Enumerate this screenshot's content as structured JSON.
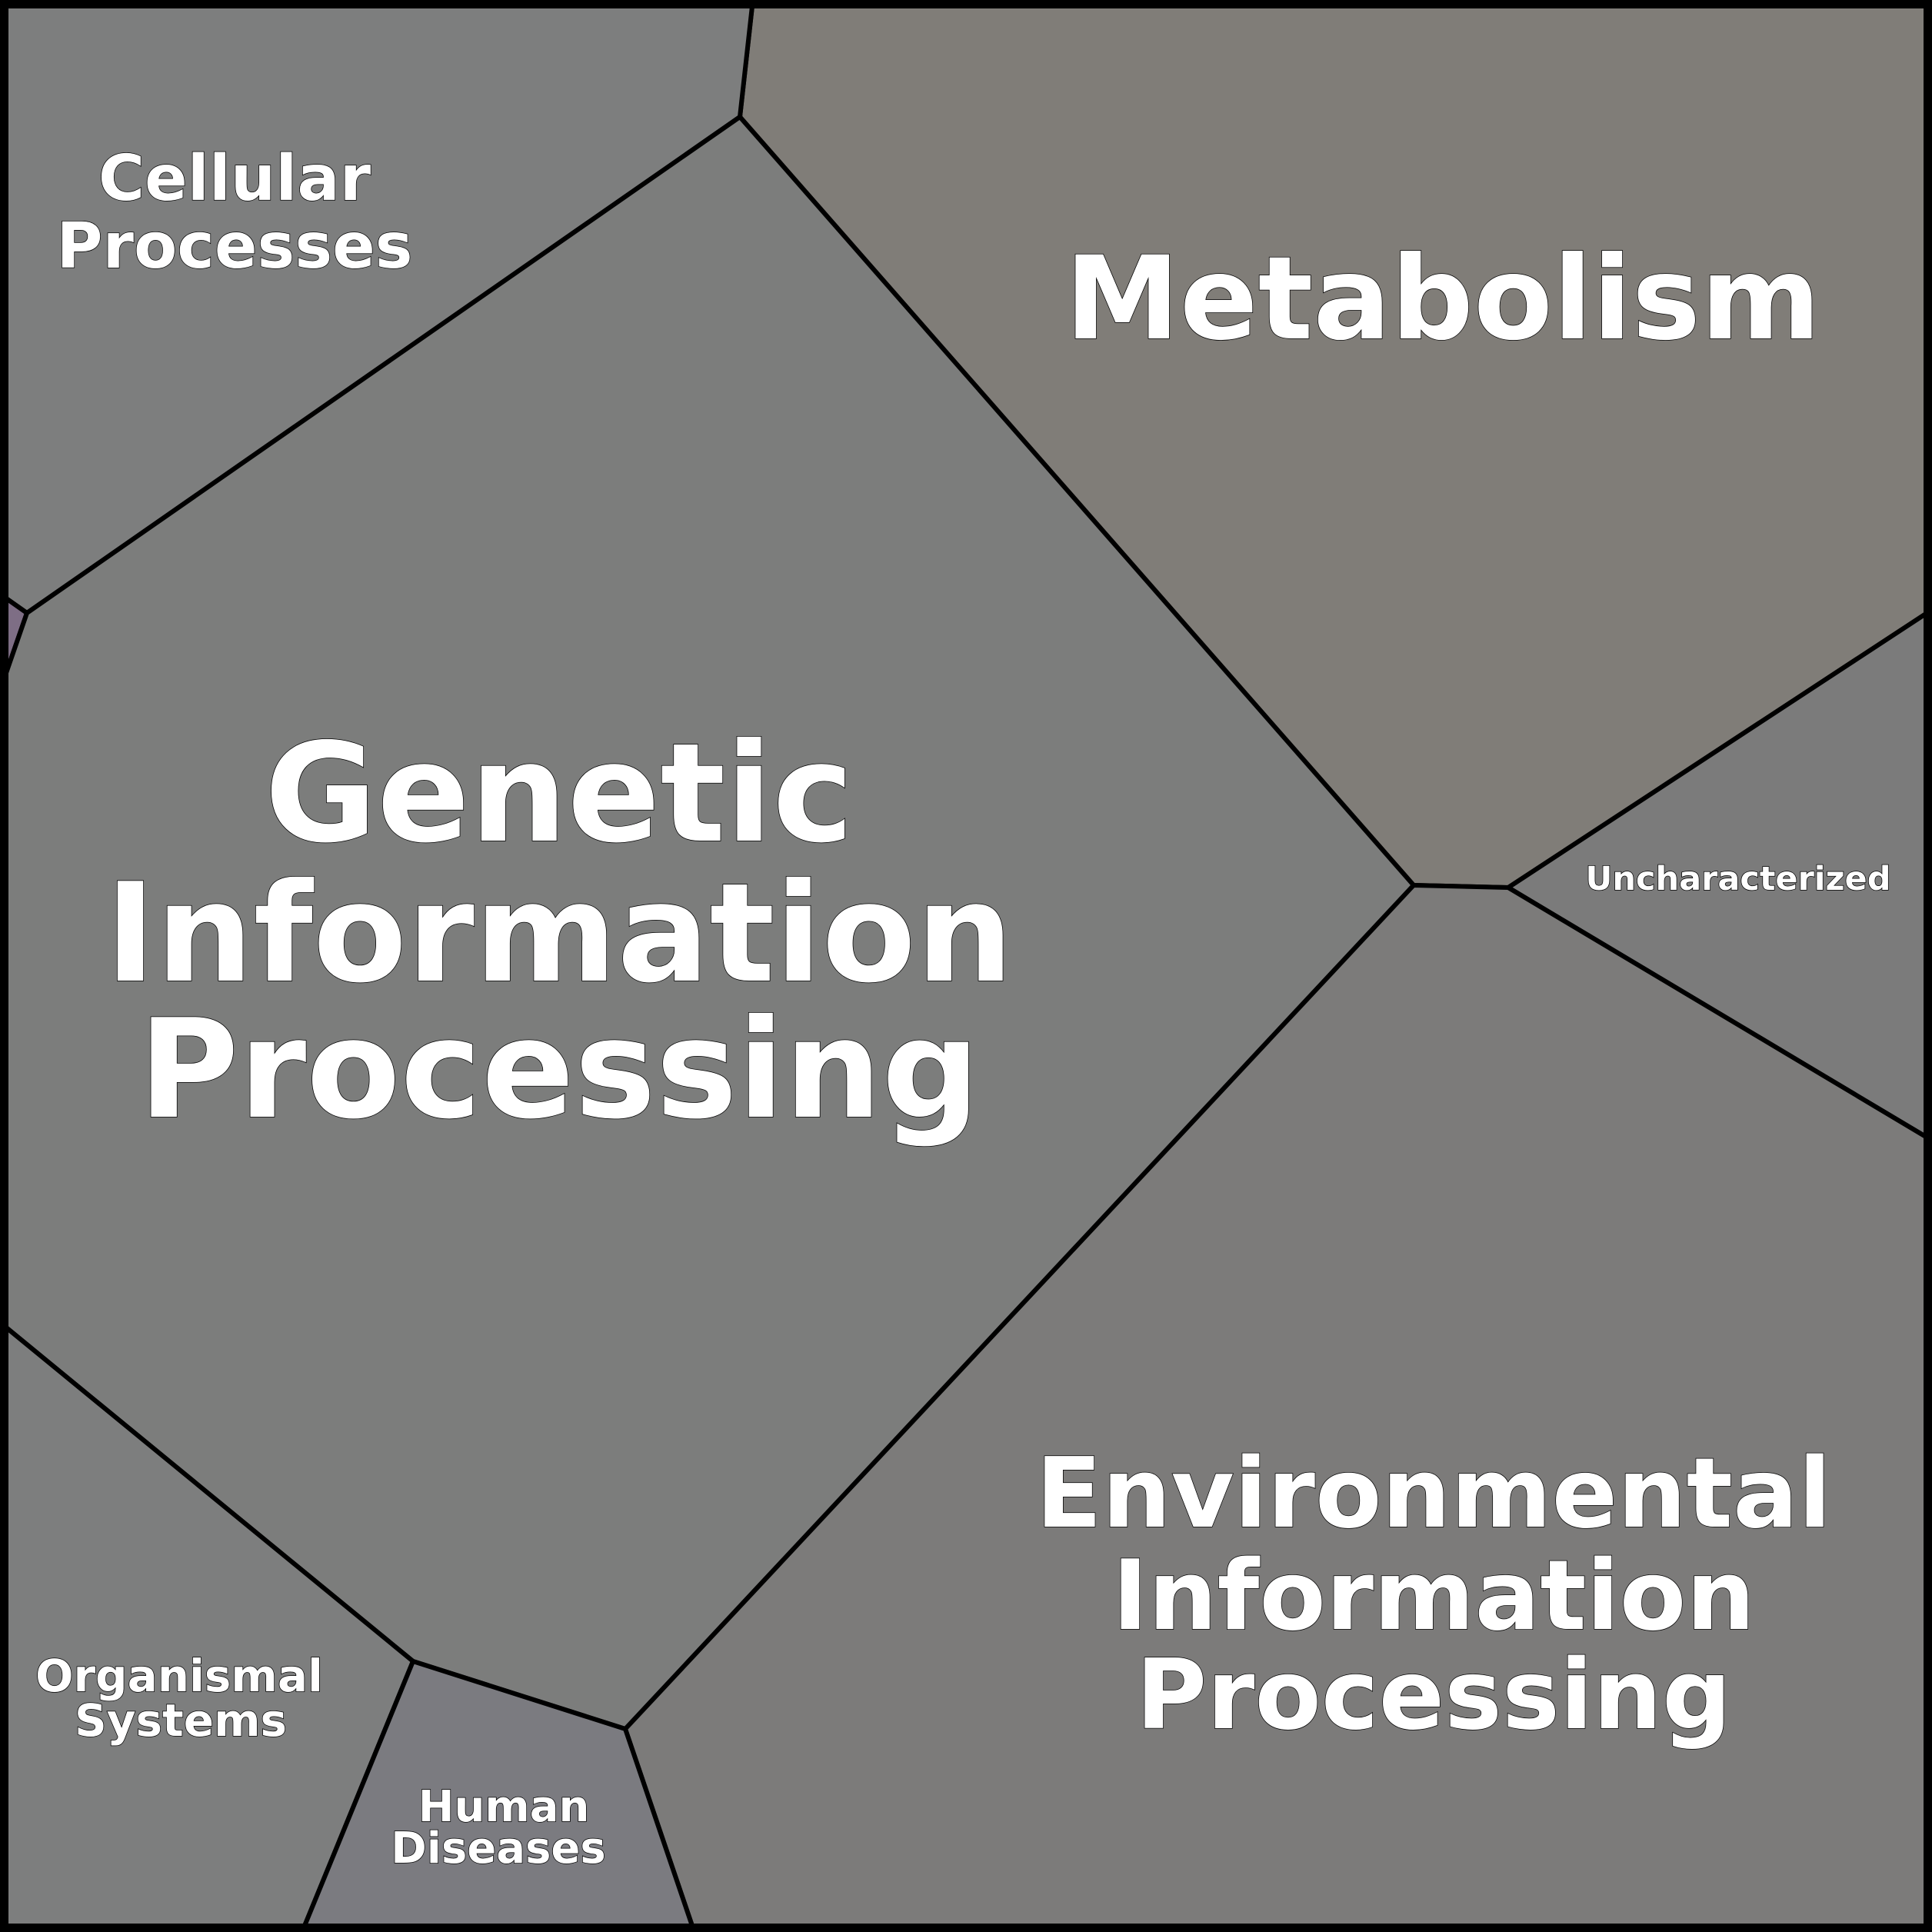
{
  "title": "Voronoi treemap of pathway categories",
  "colors": {
    "border": "#000000",
    "metabolism": "#807d78",
    "genetic": "#7c7d7c",
    "cellular": "#7d7e7e",
    "environmental": "#7c7b7a",
    "uncharacterized": "#7b7b7b",
    "organismal": "#7d7e7e",
    "human": "#7b7b80",
    "tiny": "#7e6e85"
  },
  "cells": {
    "metabolism": {
      "label": "Metabolism"
    },
    "genetic": {
      "line1": "Genetic",
      "line2": "Information",
      "line3": "Processing"
    },
    "cellular": {
      "line1": "Cellular",
      "line2": "Processes"
    },
    "environmental": {
      "line1": "Environmental",
      "line2": "Information",
      "line3": "Processing"
    },
    "uncharacterized": {
      "label": "Uncharacterized"
    },
    "organismal": {
      "line1": "Organismal",
      "line2": "Systems"
    },
    "human": {
      "line1": "Human",
      "line2": "Diseases"
    }
  }
}
